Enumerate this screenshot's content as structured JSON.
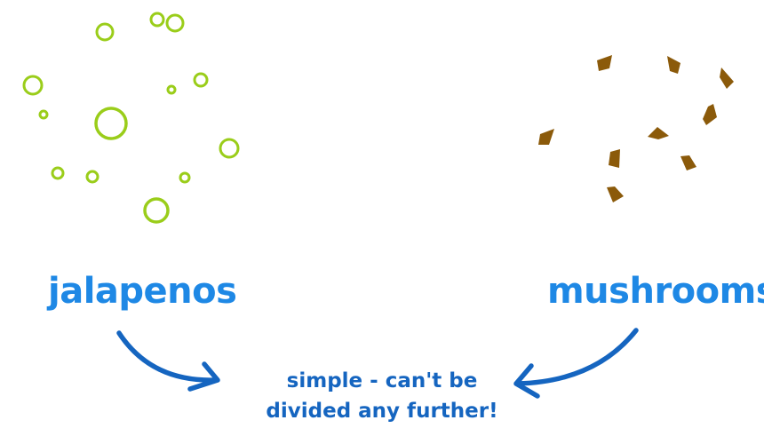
{
  "labels": {
    "left": "jalapenos",
    "right": "mushrooms"
  },
  "caption": {
    "line1": "simple - can't be",
    "line2": "divided any further!"
  },
  "colors": {
    "label_text": "#1e88e5",
    "caption_text": "#1565c0",
    "arrow": "#1565c0",
    "jalapeno_ring": "#9acd1a",
    "mushroom_piece": "#8b5a0a"
  }
}
